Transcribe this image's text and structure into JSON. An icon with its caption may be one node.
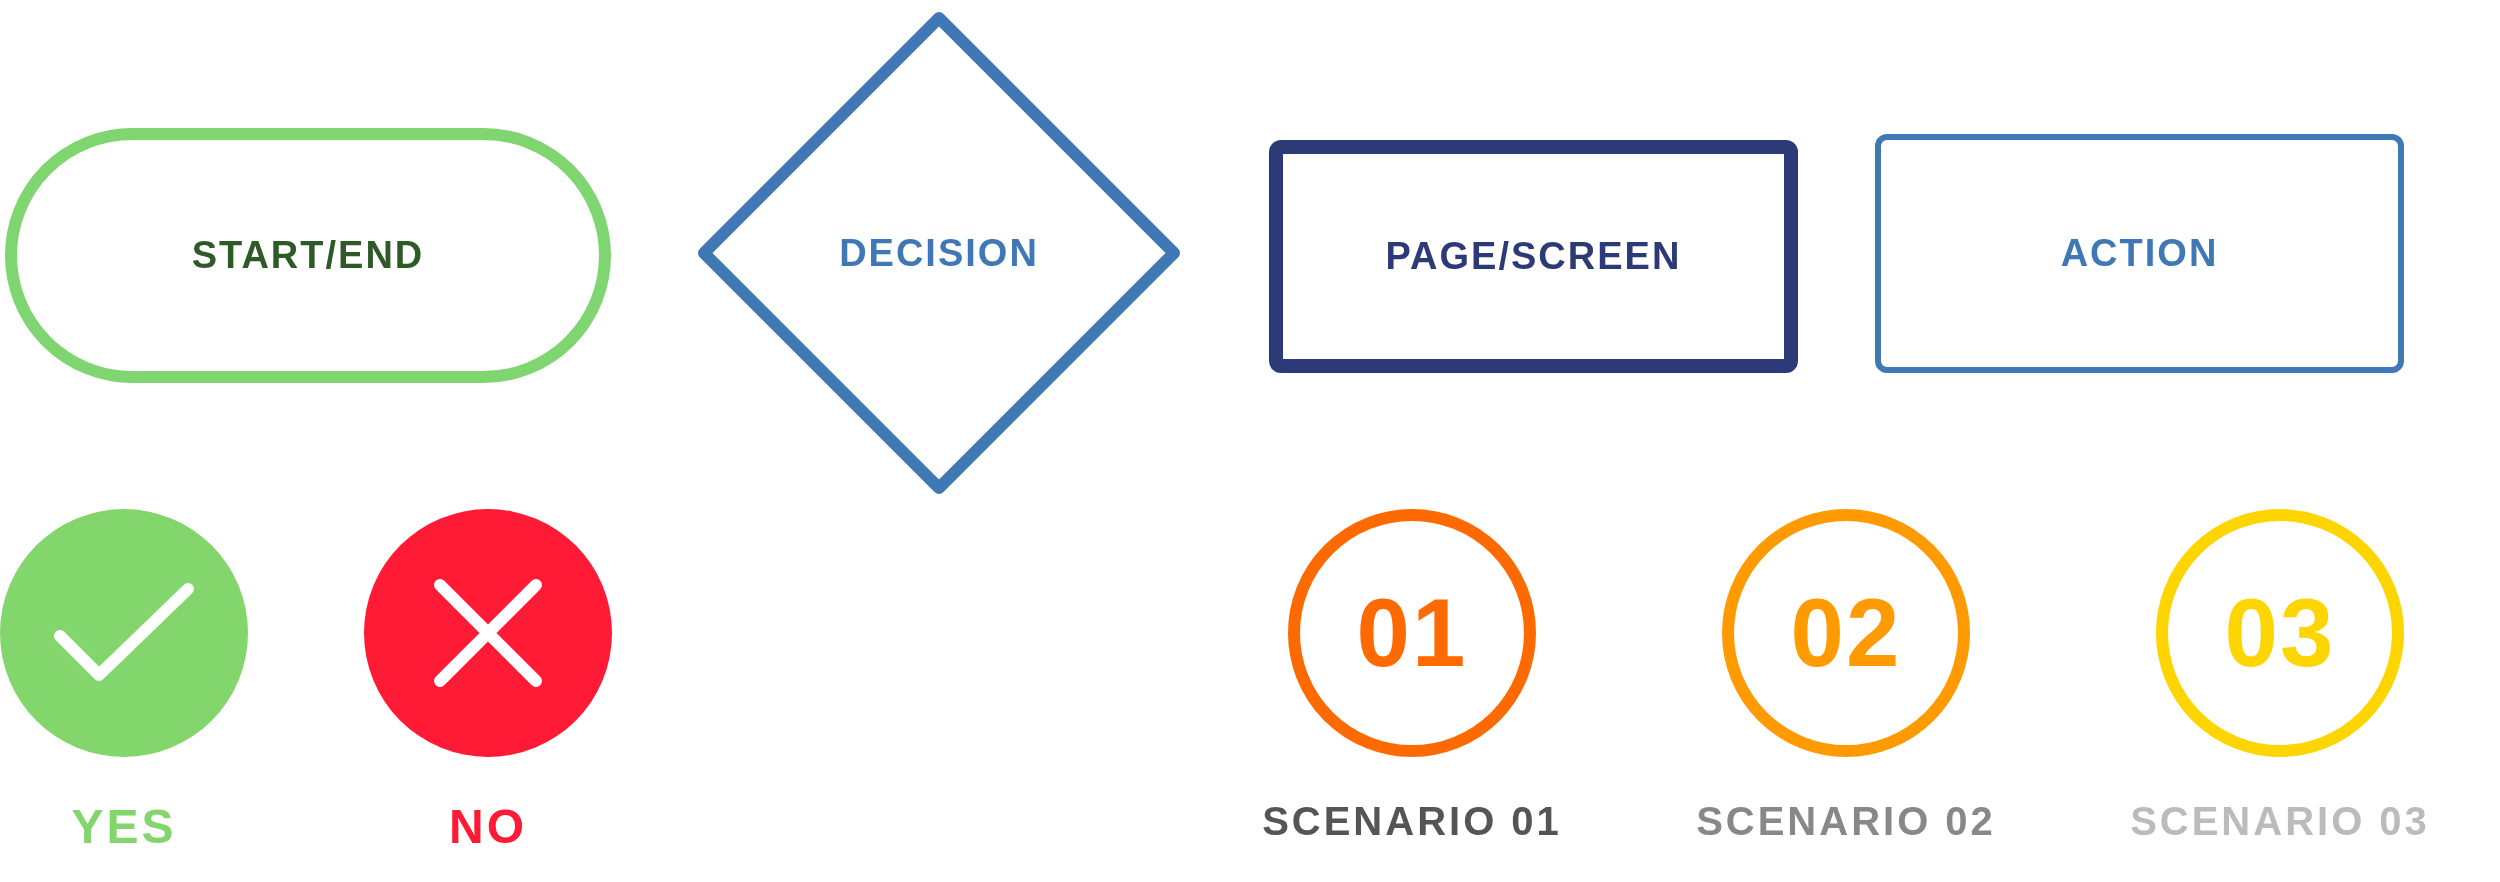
{
  "diagram": {
    "nodes": [
      {
        "text": [
          "START/END"
        ]
      },
      {
        "text": [
          "DECISION"
        ]
      },
      {
        "text": [
          "PAGE/SCREEN"
        ]
      },
      {
        "text": [
          "ACTION"
        ]
      },
      {
        "text": [],
        "shape": "circle",
        "beside": [
          "YES"
        ]
      },
      {
        "text": [],
        "shape": "circle",
        "beside": [
          "NO"
        ]
      },
      {
        "text": [
          "01"
        ],
        "beside": [
          "SCENARIO 01"
        ]
      },
      {
        "text": [
          "02"
        ],
        "beside": [
          "SCENARIO 02"
        ]
      },
      {
        "text": [
          "03"
        ],
        "beside": [
          "SCENARIO 03"
        ]
      }
    ],
    "edges": []
  }
}
